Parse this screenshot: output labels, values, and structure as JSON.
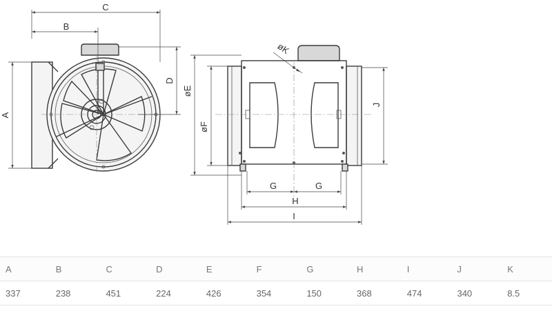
{
  "drawing": {
    "dimension_labels": {
      "A": "A",
      "B": "B",
      "C": "C",
      "D": "D",
      "E": "øE",
      "F": "øF",
      "G": "G",
      "H": "H",
      "I": "I",
      "J": "J",
      "K": "øK"
    }
  },
  "table": {
    "headers": [
      "A",
      "B",
      "C",
      "D",
      "E",
      "F",
      "G",
      "H",
      "I",
      "J",
      "K"
    ],
    "values": [
      "337",
      "238",
      "451",
      "224",
      "426",
      "354",
      "150",
      "368",
      "474",
      "340",
      "8.5"
    ]
  }
}
